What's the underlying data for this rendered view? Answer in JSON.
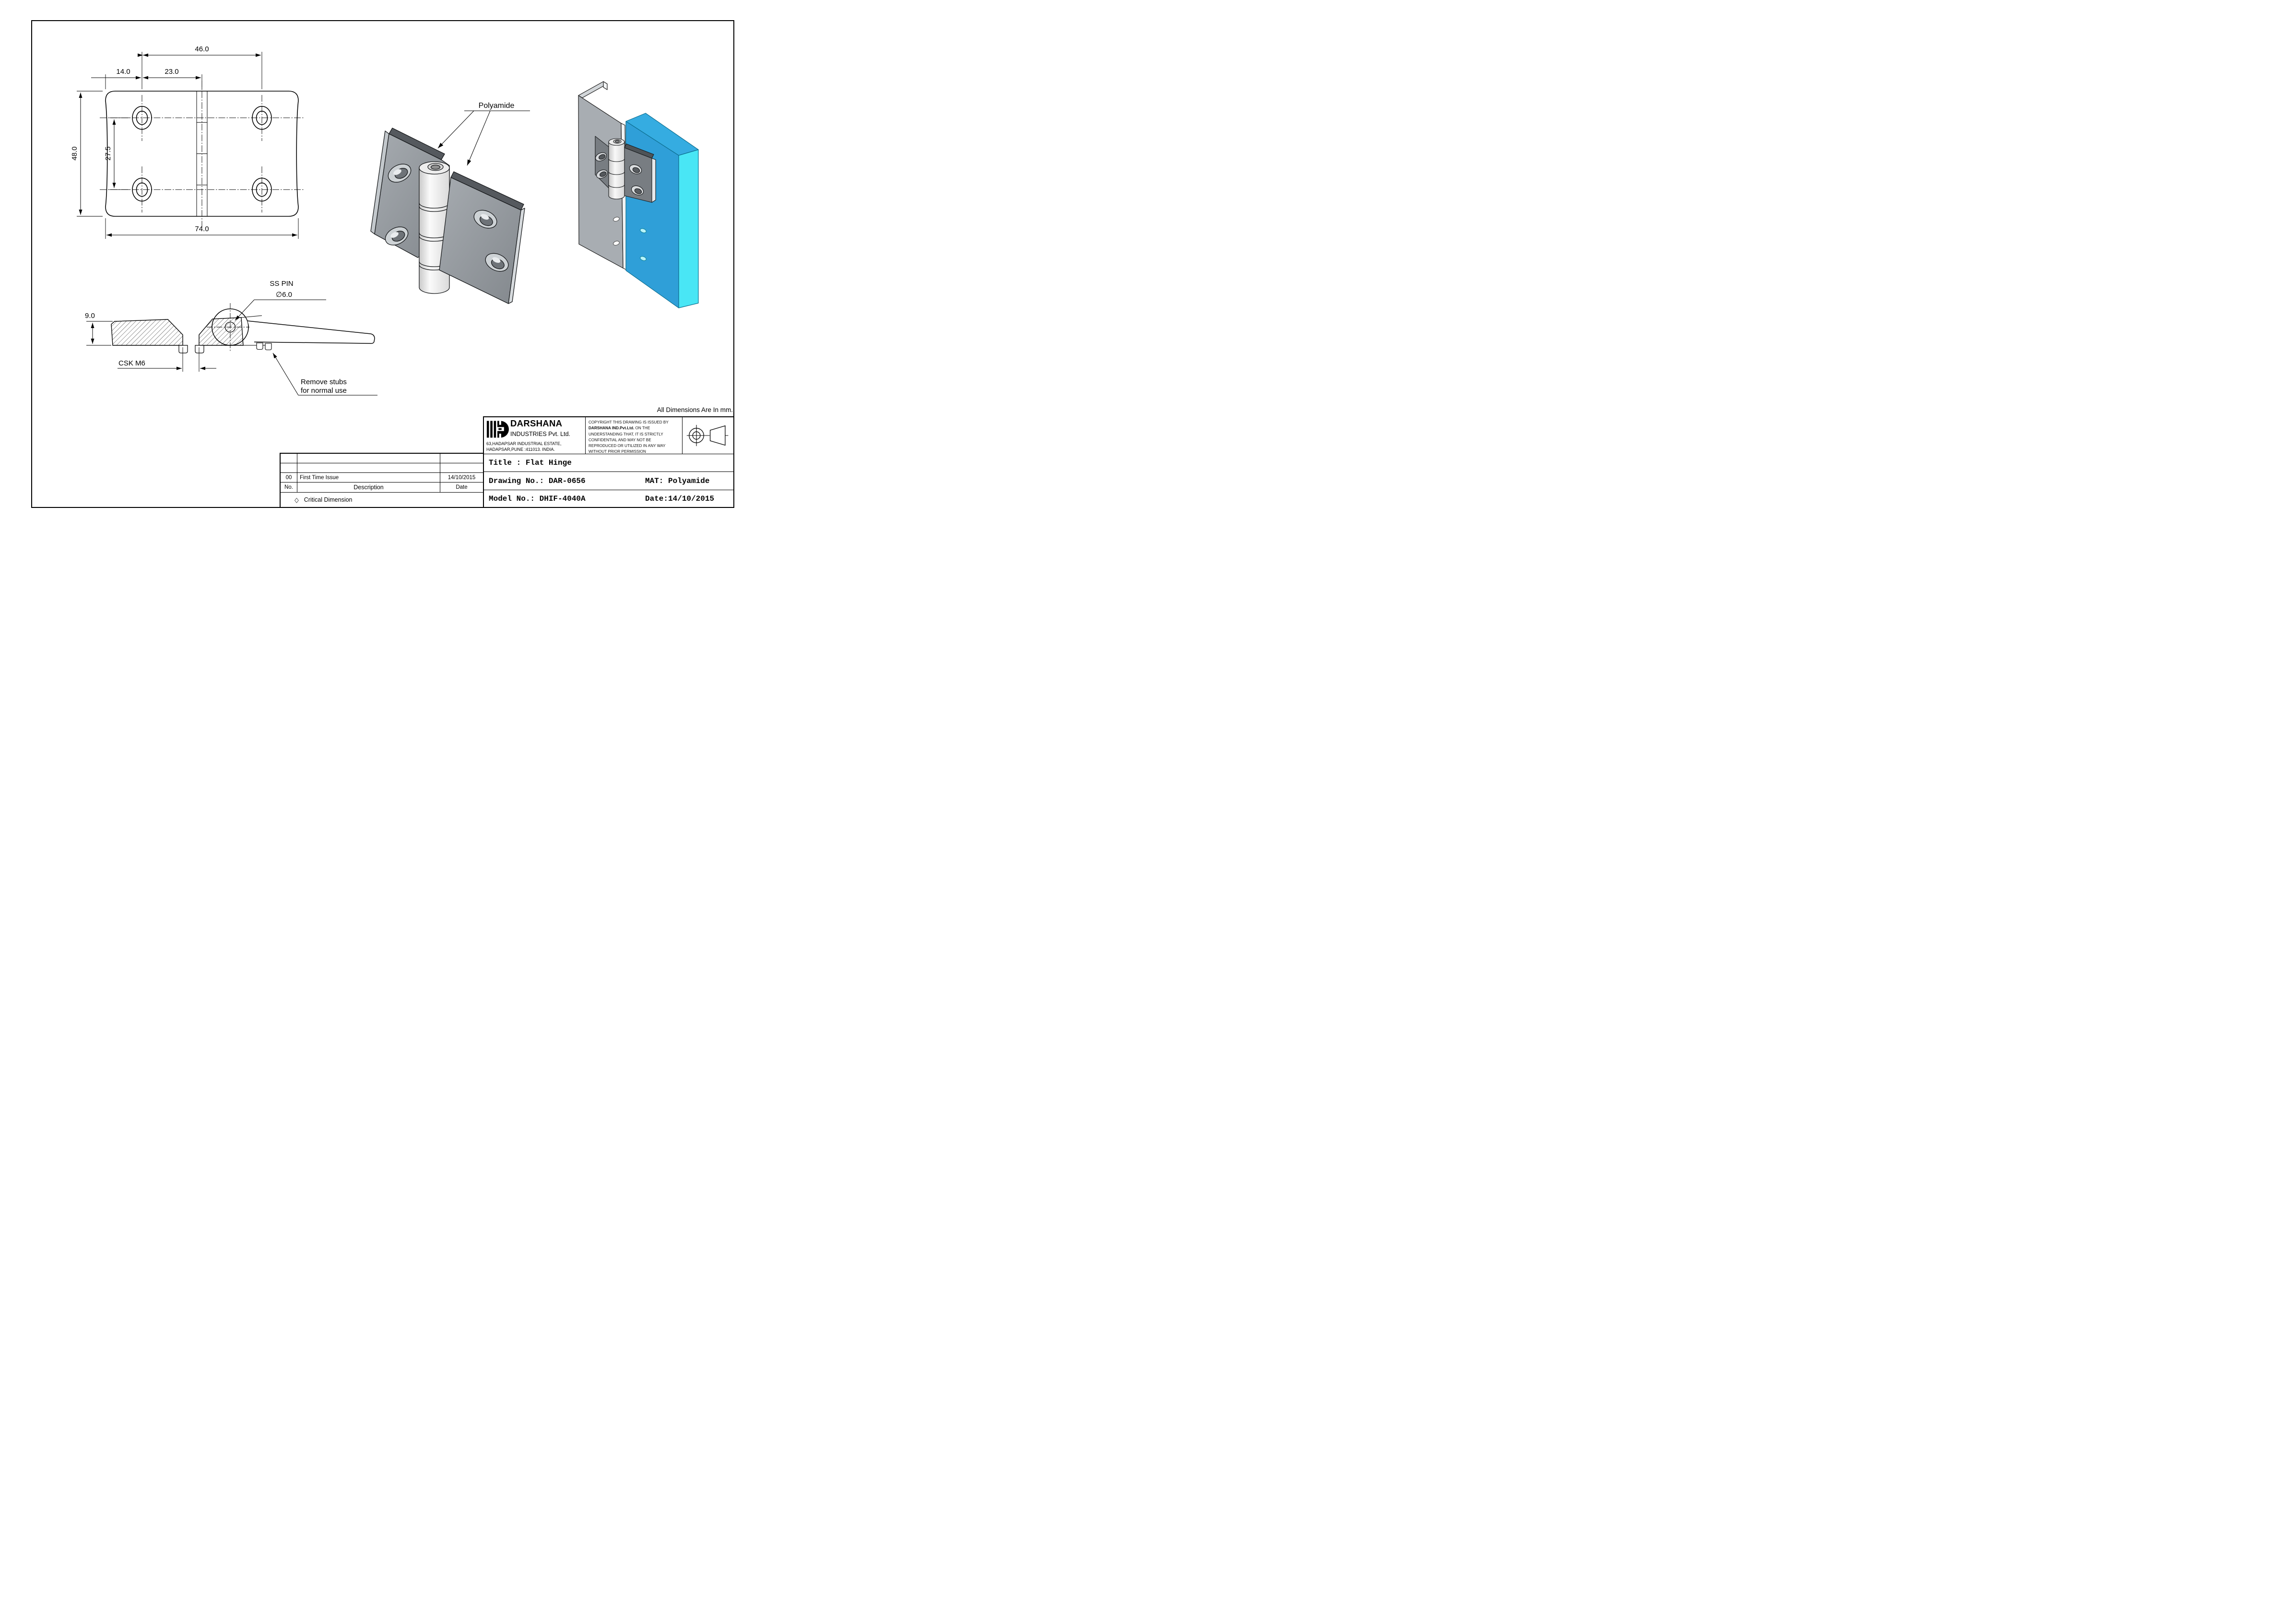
{
  "page": {
    "units_note": "All Dimensions Are In mm."
  },
  "front_view": {
    "dims": {
      "d46": "46.0",
      "d14": "14.0",
      "d23": "23.0",
      "d48": "48.0",
      "d27": "27.5",
      "d74": "74.0"
    }
  },
  "section_view": {
    "d9": "9.0",
    "ss_pin_line1": "SS PIN",
    "ss_pin_line2": "∅6.0",
    "csk": "CSK  M6",
    "stubs_line1": "Remove stubs",
    "stubs_line2": "for normal use"
  },
  "iso_view": {
    "material_label": "Polyamide"
  },
  "assembly_view": {
    "colors": {
      "panel_front": "#2f9fd8",
      "panel_top": "#35ace1",
      "panel_side": "#49e6f5",
      "bracket_gray": "#a8adb2",
      "leaf_dark": "#787d82",
      "knuckle_white": "#f4f4f4"
    }
  },
  "title_block": {
    "company": {
      "name_line1": "DARSHANA",
      "name_line2": "INDUSTRIES Pvt. Ltd.",
      "address_line1": "63,HADAPSAR INDUSTRIAL ESTATE,",
      "address_line2": "HADAPSAR,PUNE :411013. INDIA."
    },
    "copyright": {
      "pre": "COPYRIGHT THIS DRAWING IS ISSUED BY ",
      "bold": "DARSHANA IND.Pvt.Ltd.",
      "post": " ON THE UNDERSTANDING THAT, IT IS STRICTLY CONFIDENTIAL AND MAY NOT BE REPRODUCED OR UTILIZED IN ANY WAY WITHOUT PRIOR PERMISSION"
    },
    "title": "Title : Flat Hinge",
    "drawing_no": "Drawing No.: DAR-0656",
    "material": "MAT: Polyamide",
    "model_no": "Model No.: DHIF-4040A",
    "date": "Date:14/10/2015"
  },
  "revision_table": {
    "headers": {
      "no": "No.",
      "description": "Description",
      "date": "Date"
    },
    "rows": [
      {
        "no": "00",
        "description": "First Time Issue",
        "date": "14/10/2015"
      }
    ],
    "critical_symbol": "◇",
    "critical_note": "Critical Dimension"
  }
}
